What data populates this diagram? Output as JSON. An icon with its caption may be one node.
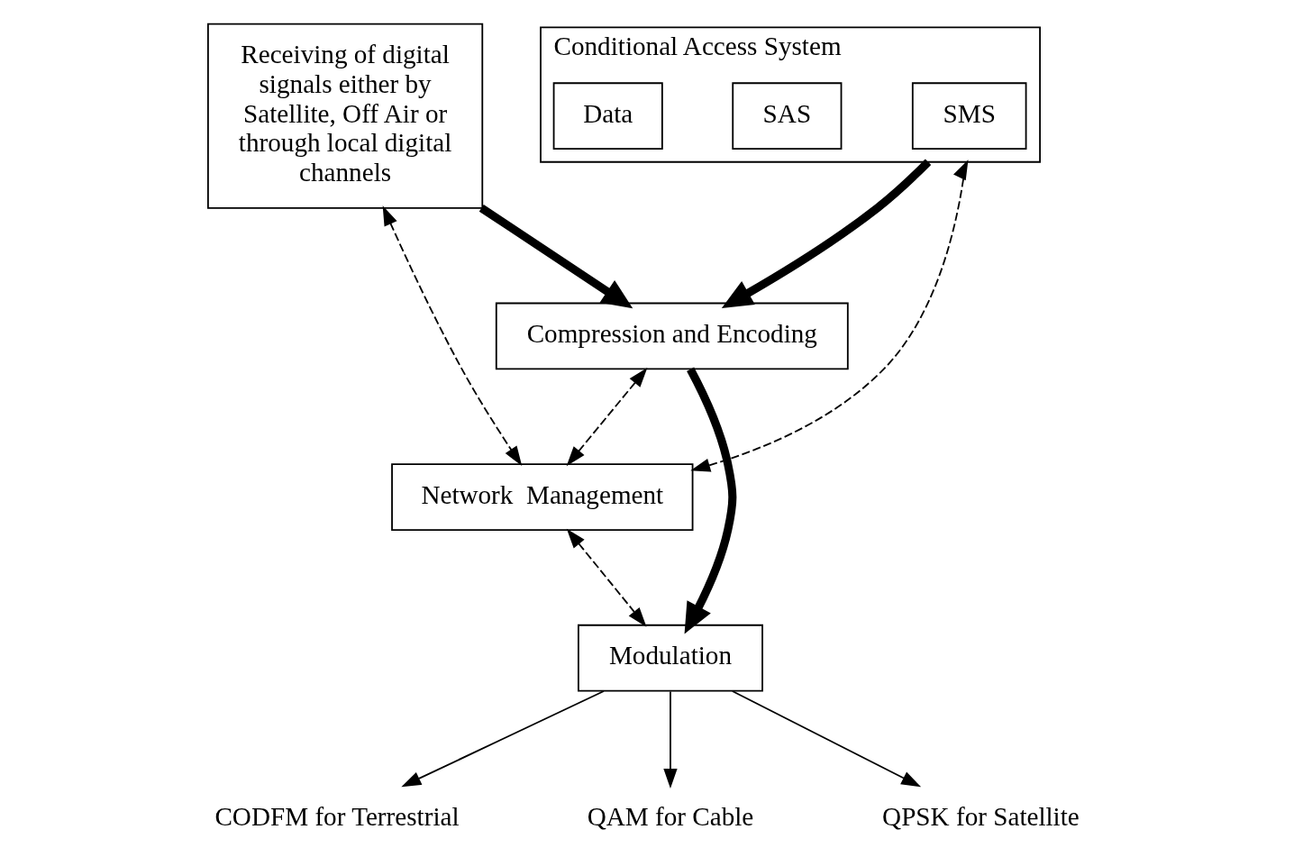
{
  "diagram": {
    "nodes": [
      {
        "text": [
          "Receiving of digital signals either by Satellite, Off Air or through local digital channels"
        ]
      },
      {
        "text": [
          "Compression and Encoding"
        ]
      },
      {
        "text": [
          "Modulation"
        ]
      },
      {
        "text": [
          "Network  Management"
        ]
      },
      {
        "text": [
          "Conditional Access System"
        ]
      },
      {
        "text": [
          "SMS"
        ],
        "in": 4
      },
      {
        "text": [
          "SAS"
        ],
        "in": 4
      },
      {
        "text": [
          "Data"
        ],
        "in": 4
      },
      {
        "text": [
          "CODFM for Terrestrial"
        ]
      },
      {
        "text": [
          "QAM for Cable"
        ]
      },
      {
        "text": [
          "QPSK for Satellite"
        ]
      }
    ],
    "edges": [
      {
        "from": 0,
        "to": 1,
        "arrow": "to",
        "style": "thick"
      },
      {
        "from": 1,
        "to": 2,
        "arrow": "to",
        "style": "thick"
      },
      {
        "from": 4,
        "to": 1,
        "arrow": "to",
        "style": "thick"
      },
      {
        "from": 0,
        "to": 3,
        "arrow": "both",
        "style": "dashed"
      },
      {
        "from": 1,
        "to": 3,
        "arrow": "both",
        "style": "dashed"
      },
      {
        "from": 3,
        "to": 4,
        "arrow": "both",
        "style": "dashed"
      },
      {
        "from": 3,
        "to": 2,
        "arrow": "both",
        "style": "dashed"
      },
      {
        "from": 2,
        "to": 8,
        "arrow": "to"
      },
      {
        "from": 2,
        "to": 9,
        "arrow": "to"
      },
      {
        "from": 2,
        "to": 10,
        "arrow": "to"
      }
    ]
  }
}
